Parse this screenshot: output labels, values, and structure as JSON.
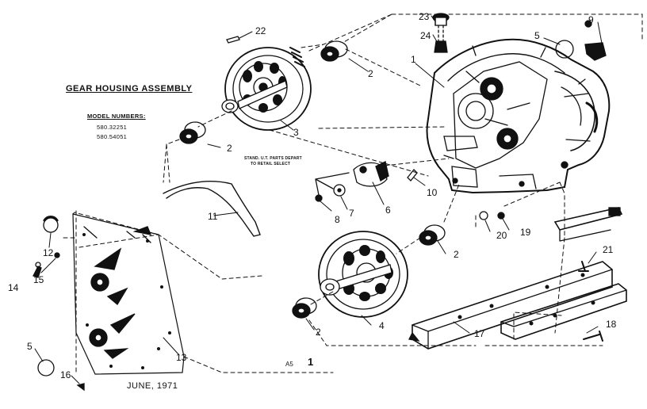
{
  "title": "GEAR HOUSING ASSEMBLY",
  "model_heading": "MODEL NUMBERS:",
  "models": [
    "580.32251",
    "580.54051"
  ],
  "note_lines": [
    "STAND. U.T. PARTS DEPART",
    "TO RETAIL SELECT"
  ],
  "date": "JUNE, 1971",
  "stamp_small": "A5",
  "stamp_large": "1",
  "callouts": [
    {
      "id": "c22",
      "text": "22"
    },
    {
      "id": "c2a",
      "text": "2"
    },
    {
      "id": "c23",
      "text": "23"
    },
    {
      "id": "c24",
      "text": "24"
    },
    {
      "id": "c1",
      "text": "1"
    },
    {
      "id": "c5a",
      "text": "5"
    },
    {
      "id": "c9",
      "text": "9"
    },
    {
      "id": "c3",
      "text": "3"
    },
    {
      "id": "c2b",
      "text": "2"
    },
    {
      "id": "c10",
      "text": "10"
    },
    {
      "id": "c8",
      "text": "8"
    },
    {
      "id": "c7",
      "text": "7"
    },
    {
      "id": "c6",
      "text": "6"
    },
    {
      "id": "c11",
      "text": "11"
    },
    {
      "id": "c20",
      "text": "20"
    },
    {
      "id": "c19",
      "text": "19"
    },
    {
      "id": "c2c",
      "text": "2"
    },
    {
      "id": "c21",
      "text": "21"
    },
    {
      "id": "c12",
      "text": "12"
    },
    {
      "id": "c15",
      "text": "15"
    },
    {
      "id": "c14",
      "text": "14"
    },
    {
      "id": "c4",
      "text": "4"
    },
    {
      "id": "c2d",
      "text": "2"
    },
    {
      "id": "c17",
      "text": "17"
    },
    {
      "id": "c18",
      "text": "18"
    },
    {
      "id": "c13",
      "text": "13"
    },
    {
      "id": "c5b",
      "text": "5"
    },
    {
      "id": "c16",
      "text": "16"
    }
  ]
}
